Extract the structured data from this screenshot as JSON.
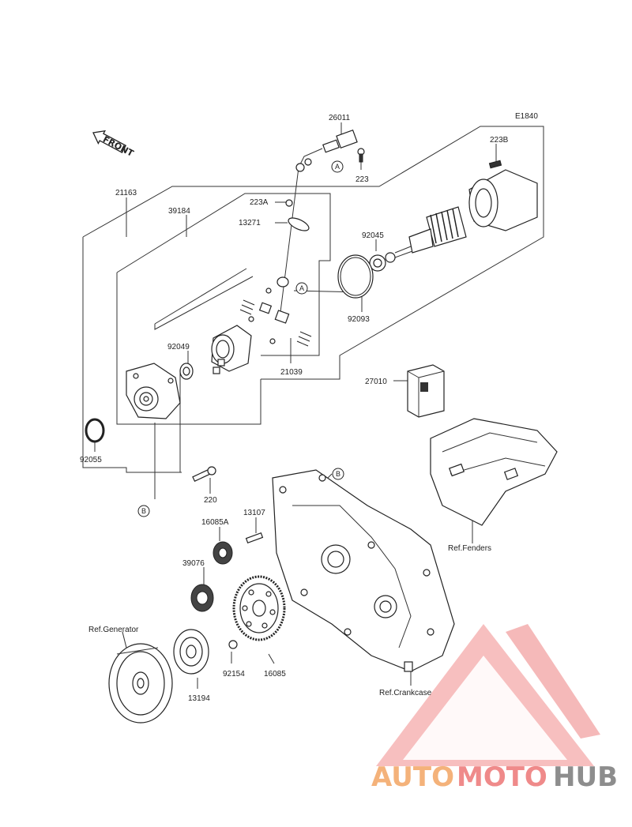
{
  "diagram_code": "E1840",
  "front_label": "FRONT",
  "parts": {
    "p26011": "26011",
    "p223": "223",
    "p223B": "223B",
    "p21163": "21163",
    "p39184": "39184",
    "p223A": "223A",
    "p13271": "13271",
    "p92045": "92045",
    "p92093": "92093",
    "p92049": "92049",
    "p21039": "21039",
    "p92055": "92055",
    "p27010": "27010",
    "p220": "220",
    "p13107": "13107",
    "p16085A": "16085A",
    "p39076": "39076",
    "p92154": "92154",
    "p16085": "16085",
    "p13194": "13194"
  },
  "refs": {
    "fenders": "Ref.Fenders",
    "generator": "Ref.Generator",
    "crankcase": "Ref.Crankcase"
  },
  "callouts": {
    "a": "A",
    "b": "B"
  },
  "watermark": {
    "auto": "AUTO",
    "moto": "MOTO",
    "hub": "HUB"
  }
}
